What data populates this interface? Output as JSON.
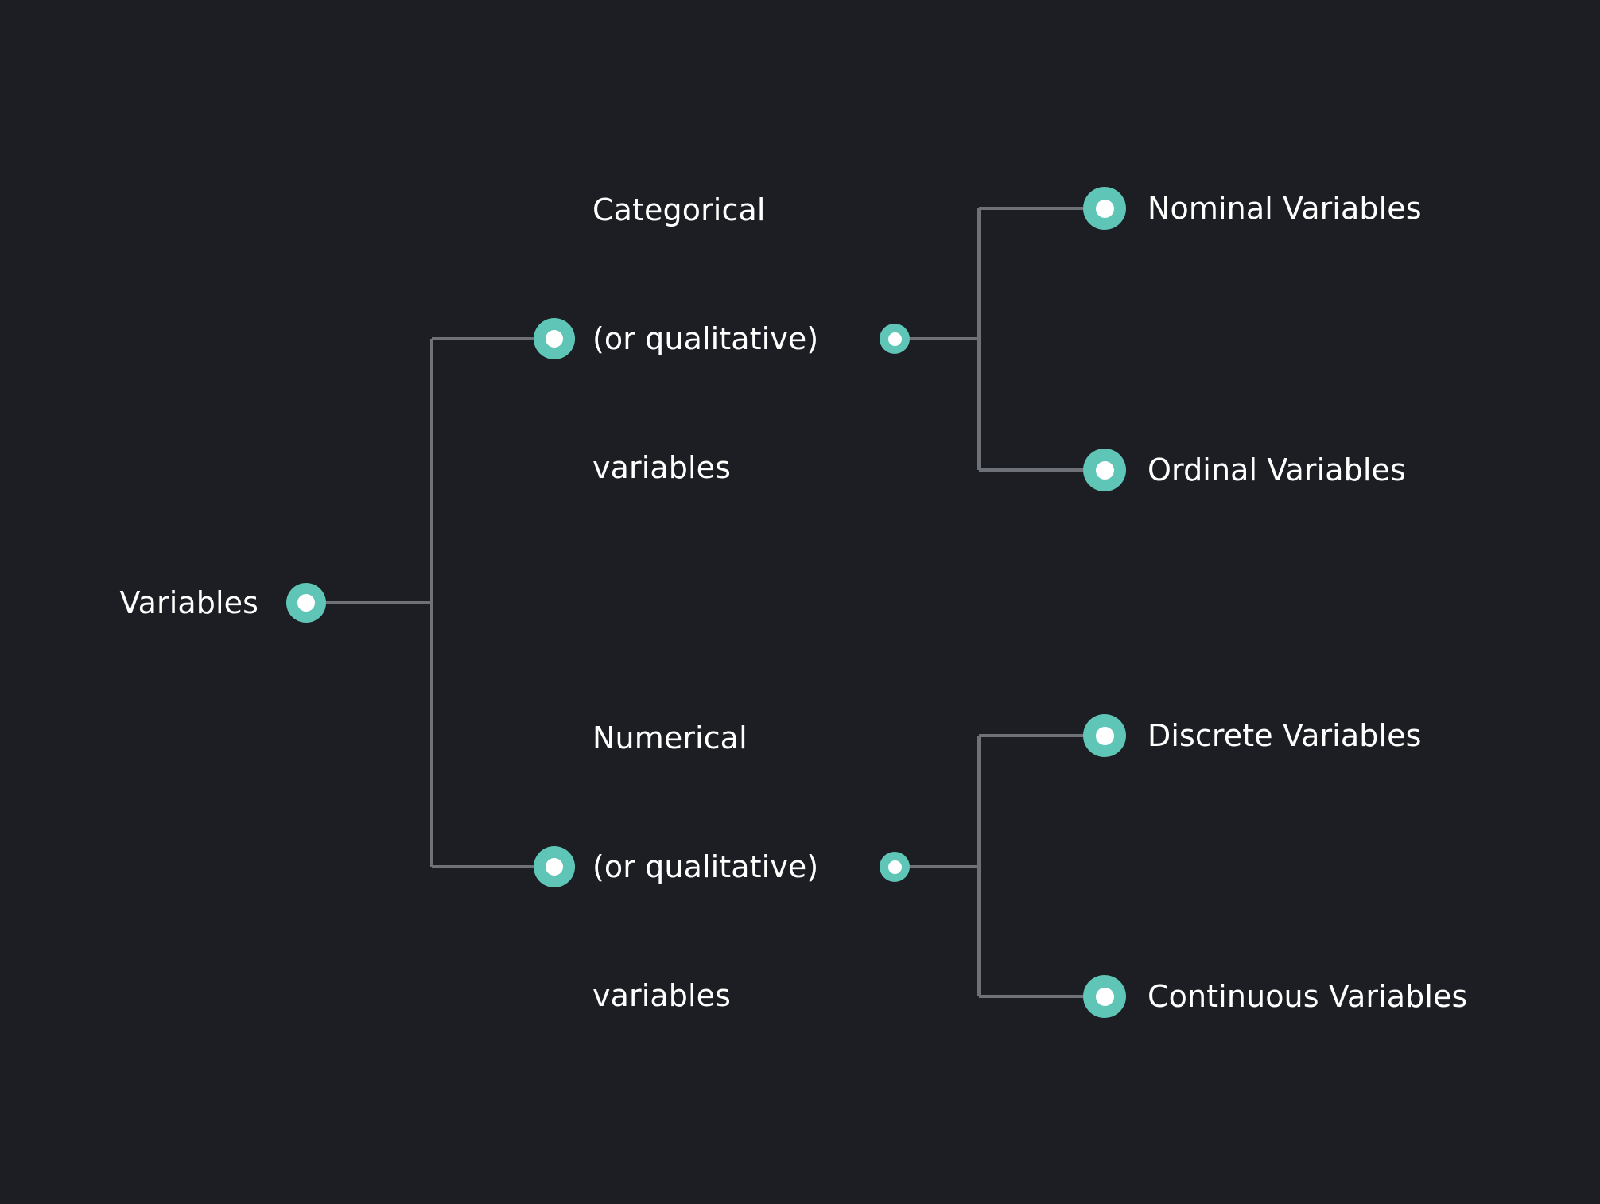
{
  "theme": {
    "background": "#1c1e23",
    "node_fill": "#5fc5b6",
    "node_inner": "#ffffff",
    "line": "#6e7278",
    "text": "#ffffff"
  },
  "diagram": {
    "type": "tree",
    "title": "Variables classification tree",
    "root": {
      "label": "Variables"
    },
    "branches": [
      {
        "label_lines": [
          "Categorical",
          "(or qualitative)",
          "variables"
        ],
        "children": [
          {
            "label": "Nominal Variables"
          },
          {
            "label": "Ordinal Variables"
          }
        ]
      },
      {
        "label_lines": [
          "Numerical",
          "(or qualitative)",
          "variables"
        ],
        "children": [
          {
            "label": "Discrete Variables"
          },
          {
            "label": "Continuous Variables"
          }
        ]
      }
    ]
  },
  "nodes": {
    "root": "Variables",
    "categorical_l1": "Categorical",
    "categorical_l2": "(or qualitative)",
    "categorical_l3": "variables",
    "numerical_l1": "Numerical",
    "numerical_l2": "(or qualitative)",
    "numerical_l3": "variables",
    "nominal": "Nominal Variables",
    "ordinal": "Ordinal Variables",
    "discrete": "Discrete Variables",
    "continuous": "Continuous Variables"
  }
}
